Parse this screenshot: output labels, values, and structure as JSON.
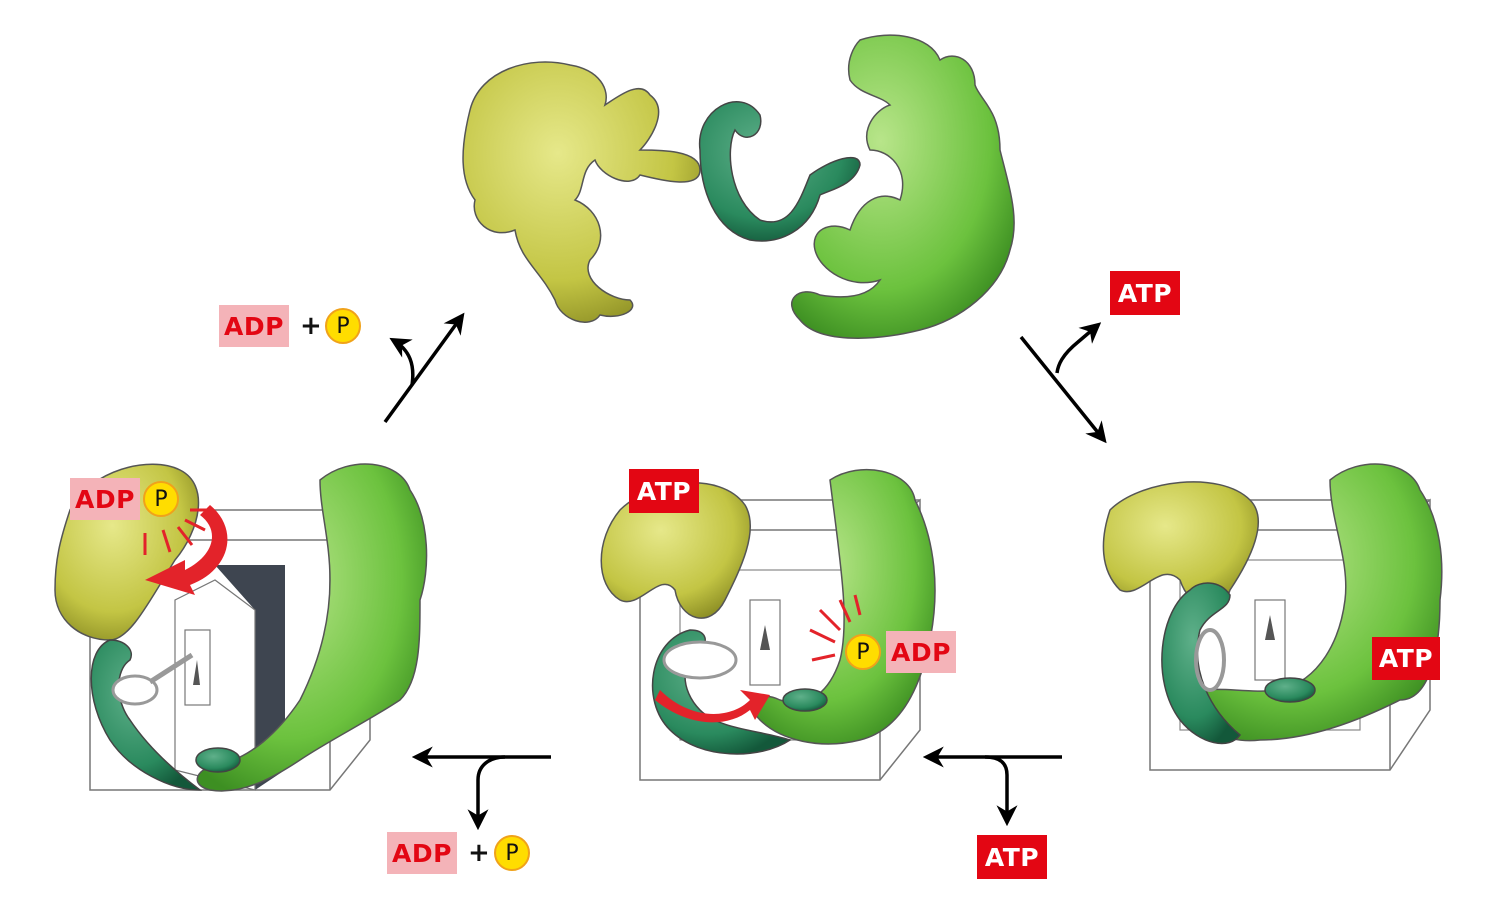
{
  "figure": {
    "description": "Cyclic reaction diagram of a protein complex (key/lock analogy) driven by ATP binding and hydrolysis",
    "colors": {
      "atp_bg": "#e30613",
      "atp_text": "#ffffff",
      "adp_bg": "#f4b3b8",
      "adp_text": "#e30613",
      "phosphate_fill": "#ffdd00",
      "phosphate_border": "#f0a21a",
      "subunit_yellow": "#c9cc4a",
      "subunit_green": "#7ec84a",
      "subunit_dark_green": "#2a8a5e",
      "motion_arrow": "#e3232a",
      "arrow": "#000000"
    }
  },
  "states": [
    {
      "id": "top",
      "name": "dissociated-subunits",
      "labels": []
    },
    {
      "id": "right",
      "name": "atp-bound-complex",
      "labels": [
        "ATP"
      ]
    },
    {
      "id": "middle",
      "name": "hydrolysis-complex",
      "labels": [
        "ATP",
        "P",
        "ADP"
      ]
    },
    {
      "id": "left",
      "name": "adp-p-release-complex",
      "labels": [
        "ADP",
        "P"
      ]
    }
  ],
  "labels": {
    "top_left_release": {
      "adp": "ADP",
      "plus": "+",
      "p": "P"
    },
    "top_right_input": {
      "atp": "ATP"
    },
    "right_state": {
      "atp": "ATP"
    },
    "middle_state": {
      "atp": "ATP",
      "p": "P",
      "adp": "ADP"
    },
    "left_state": {
      "adp": "ADP",
      "p": "P"
    },
    "bottom_right_input": {
      "atp": "ATP"
    },
    "bottom_left_release": {
      "adp": "ADP",
      "plus": "+",
      "p": "P"
    }
  },
  "arrows": [
    {
      "from": "left",
      "to": "top",
      "side_branch": "release ADP + P"
    },
    {
      "from": "top",
      "to": "right",
      "side_branch": "bind ATP"
    },
    {
      "from": "right",
      "to": "middle",
      "side_branch": "bind ATP"
    },
    {
      "from": "middle",
      "to": "left",
      "side_branch": "release ADP + P"
    }
  ]
}
